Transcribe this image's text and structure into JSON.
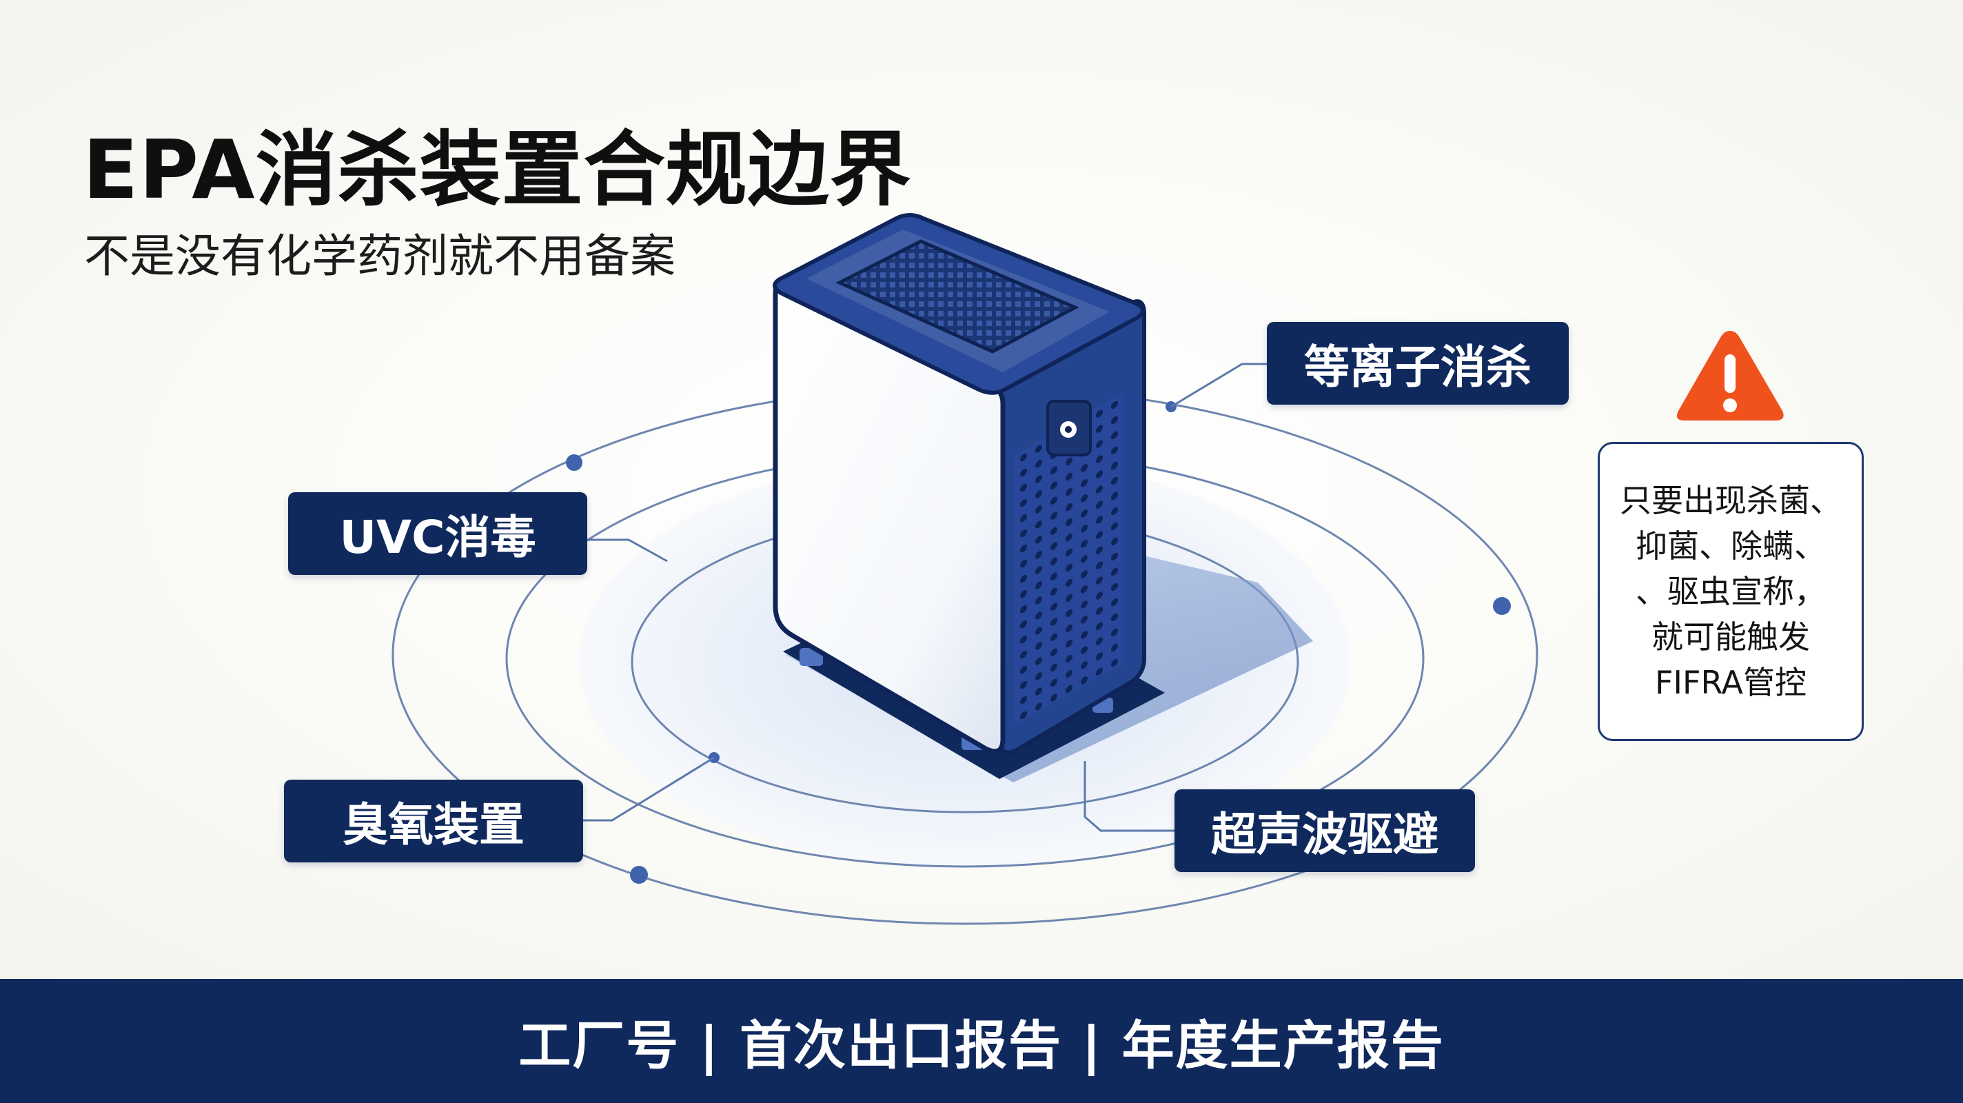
{
  "title": "EPA消杀装置合规边界",
  "subtitle": "不是没有化学药剂就不用备案",
  "labels": {
    "plasma": "等离子消杀",
    "uvc": "UVC消毒",
    "ozone": "臭氧装置",
    "ultrasonic": "超声波驱避"
  },
  "warning": {
    "icon": "warning-triangle-icon",
    "text": "只要出现杀菌、\n抑菌、除螨、\n、驱虫宣称，\n就可能触发\nFIFRA管控"
  },
  "footer": "工厂号 | 首次出口报告 | 年度生产报告",
  "colors": {
    "navy": "#10295d",
    "device_blue": "#27489a",
    "warning_orange": "#f0521e",
    "ring_line": "#6f86b0"
  }
}
